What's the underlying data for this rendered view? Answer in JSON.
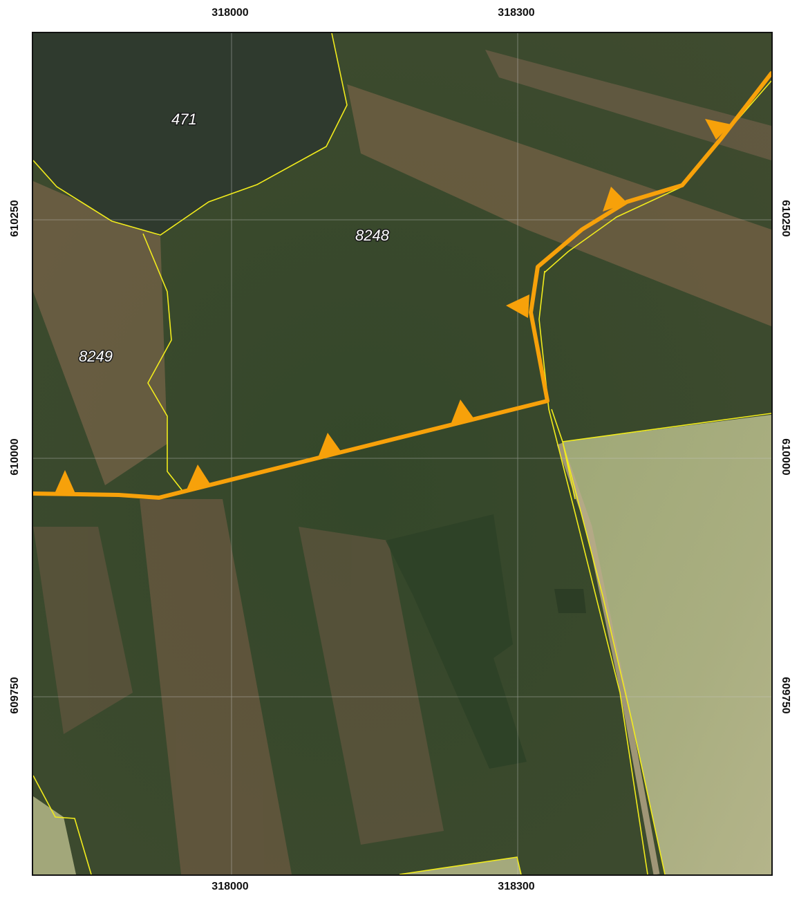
{
  "map": {
    "x_ticks": {
      "left": "318000",
      "right": "318300"
    },
    "y_ticks": {
      "upper": "610250",
      "middle": "610000",
      "lower": "609750"
    },
    "parcels": {
      "lake": "471",
      "center": "8248",
      "west": "8249"
    },
    "colors": {
      "route": "#f7a10a",
      "parcel_boundary": "#f2ec1c",
      "lake": "#2f3a2e",
      "forest": "#3a4a2c",
      "field": "#a8ae7e"
    },
    "route_marker_icon": "triangle-marker-icon"
  }
}
